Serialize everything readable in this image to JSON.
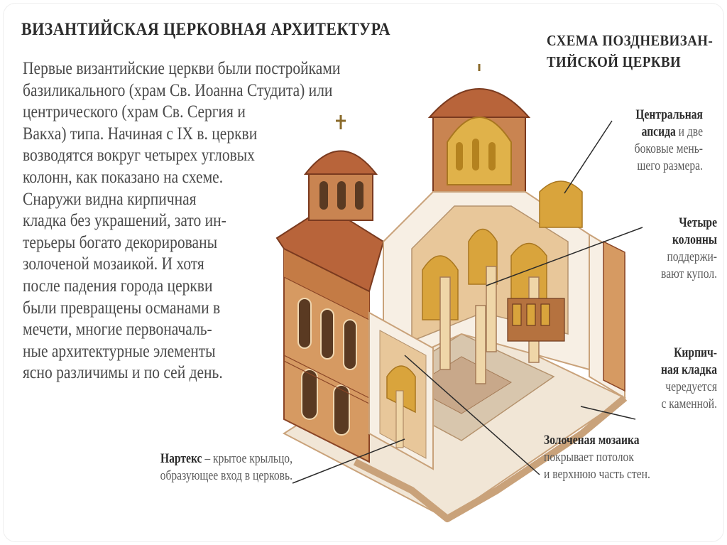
{
  "title": "ВИЗАНТИЙСКАЯ ЦЕРКОВНАЯ АРХИТЕКТУРА",
  "body_lines": [
    "Первые византийские церкви были постройками",
    "базиликального (храм Св. Иоанна Студита) или",
    "центрического (храм Св. Сергия и",
    "Вакха) типа. Начиная с IX в. церкви",
    "возводятся вокруг четырех угловых",
    "колонн, как показано на схеме.",
    "Снаружи видна кирпичная",
    "кладка без украшений, зато ин-",
    "терьеры богато декорированы",
    "золоченой мозаикой. И хотя",
    "после падения города церкви",
    "были превращены османами в",
    "мечети, многие первоначаль-",
    "ные архитектурные элементы",
    "ясно различимы и по сей день."
  ],
  "scheme_title": [
    "СХЕМА ПОЗДНЕВИЗАН-",
    "ТИЙСКОЙ ЦЕРКВИ"
  ],
  "labels": {
    "apse": {
      "heading_1": "Центральная",
      "heading_2": "апсида",
      "rest_1": "и две",
      "rest_2": "боковые мень-",
      "rest_3": "шего размера."
    },
    "columns": {
      "heading_1": "Четыре",
      "heading_2": "колонны",
      "rest_1": "поддержи-",
      "rest_2": "вают купол."
    },
    "brick": {
      "heading_1": "Кирпич-",
      "heading_2": "ная кладка",
      "rest_1": "чередуется",
      "rest_2": "с каменной."
    },
    "mosaic": {
      "heading": "Золоченая мозаика",
      "rest_1": "покрывает потолок",
      "rest_2": "и верхнюю часть стен."
    },
    "narthex": {
      "heading": "Нартекс",
      "rest_1": "– крытое крыльцо,",
      "rest_2": "образующее вход в церковь."
    }
  },
  "colors": {
    "brick": "#b8643a",
    "brick_dark": "#8a4526",
    "stone": "#e8c79a",
    "gold": "#d9a43c",
    "cut_wall": "#f7efe4"
  }
}
